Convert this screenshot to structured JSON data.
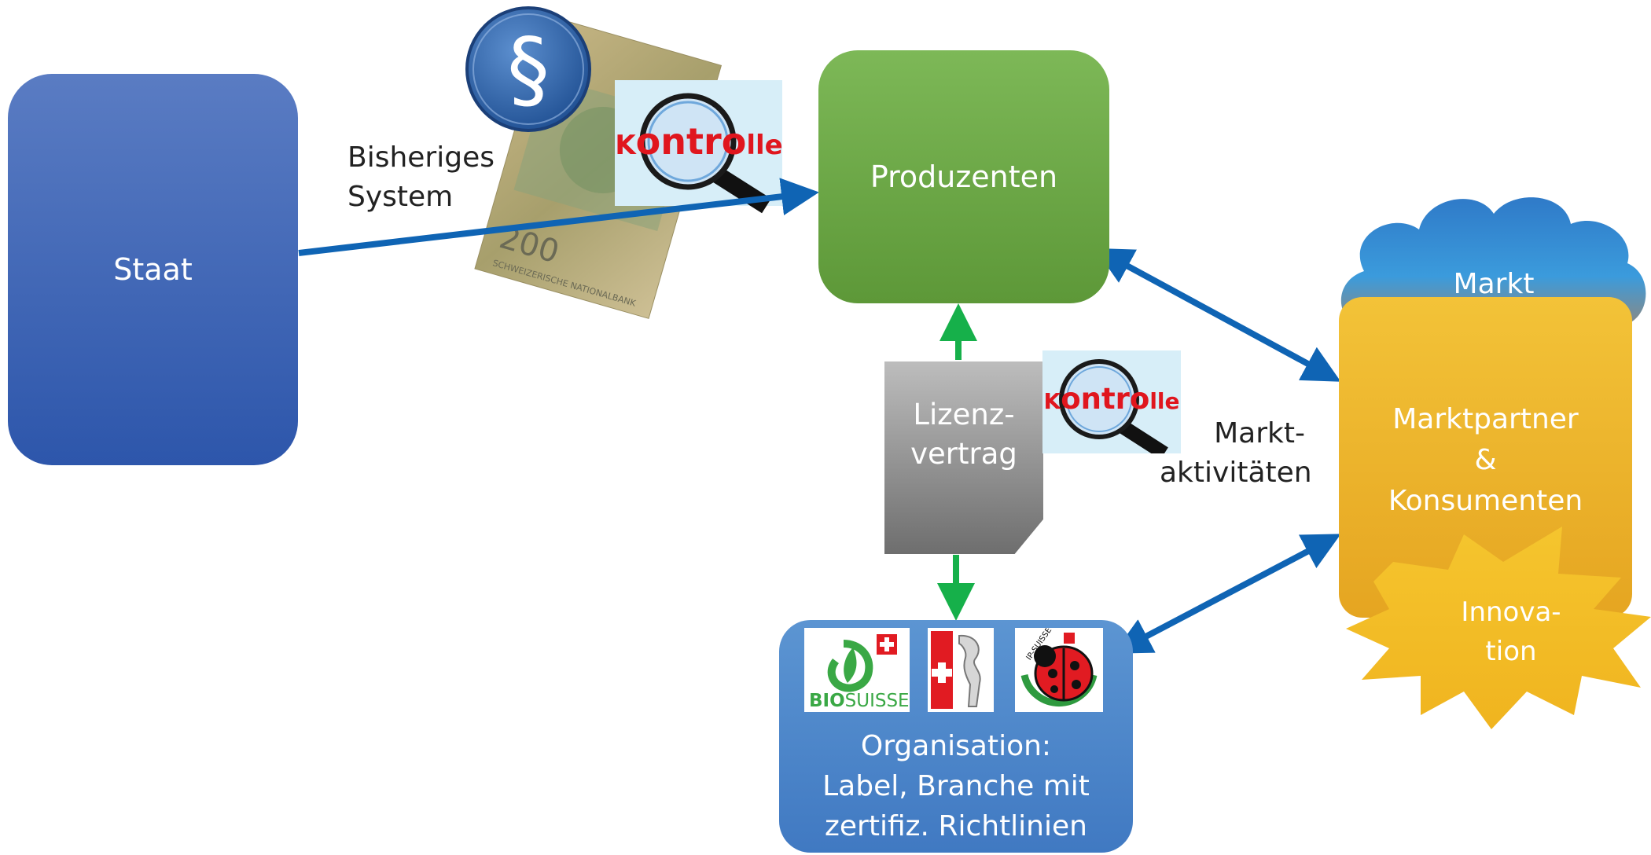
{
  "nodes": {
    "staat": "Staat",
    "produzenten": "Produzenten",
    "markt": "Markt",
    "marktpartner": [
      "Marktpartner",
      "&",
      "Konsumenten"
    ],
    "innovation": [
      "Innova-",
      "tion"
    ],
    "lizenz": [
      "Lizenz-",
      "vertrag"
    ],
    "organisation": [
      "Organisation:",
      "Label, Branche mit",
      "zertifiz. Richtlinien"
    ]
  },
  "labels": {
    "bisheriges": [
      "Bisheriges",
      "System"
    ],
    "marktaktivitaeten": [
      "Markt-",
      "aktivitäten"
    ]
  },
  "kontrolle": {
    "prefix": "K",
    "mid": "ontro",
    "suffix": "lle"
  },
  "paragraph_symbol": "§",
  "banknote": {
    "value": "200",
    "text": "SCHWEIZERISCHE NATIONALBANK"
  },
  "logos": {
    "biosuisse": {
      "bold": "BIO",
      "rest": "SUISSE"
    },
    "ipsuisse": "IP-SUISSE"
  },
  "colors": {
    "staat": "#2d56ab",
    "produzenten": "#5d9838",
    "organisation": "#4079c2",
    "marktpartner": "#e5a521",
    "arrow_blue": "#0f64b4",
    "arrow_green": "#16b04a",
    "kontrolle_red": "#e0161e"
  }
}
